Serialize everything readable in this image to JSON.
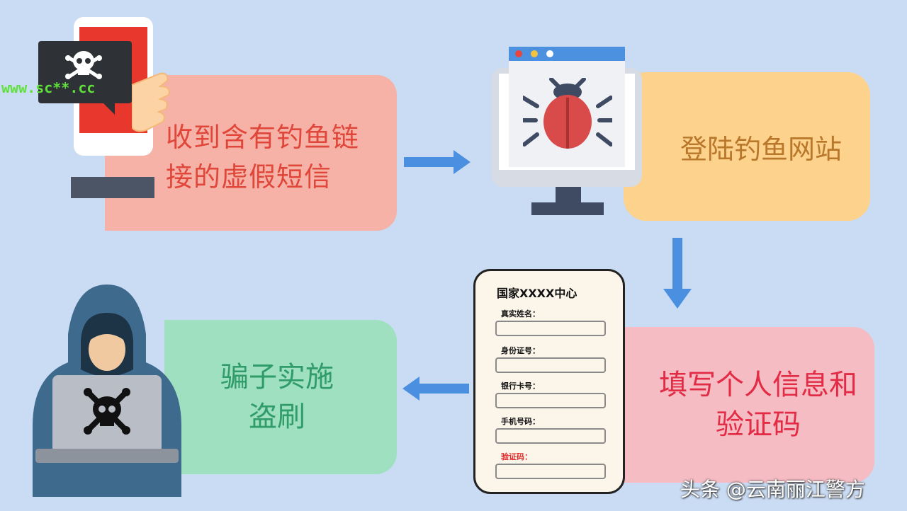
{
  "steps": [
    {
      "text_line1": "收到含有钓鱼链",
      "text_line2": "接的虚假短信"
    },
    {
      "text_line1": "登陆钓鱼网站"
    },
    {
      "text_line1": "填写个人信息和",
      "text_line2": "验证码"
    },
    {
      "text_line1": "骗子实施",
      "text_line2": "盗刷"
    }
  ],
  "phone": {
    "url": "www.sc**.cc"
  },
  "form": {
    "title": "国家XXXX中心",
    "fields": [
      "真实姓名：",
      "身份证号：",
      "银行卡号：",
      "手机号码：",
      "验证码："
    ]
  },
  "watermark": "头条 @云南丽江警方",
  "colors": {
    "background": "#cadcf4",
    "arrow": "#4a8fe0"
  }
}
